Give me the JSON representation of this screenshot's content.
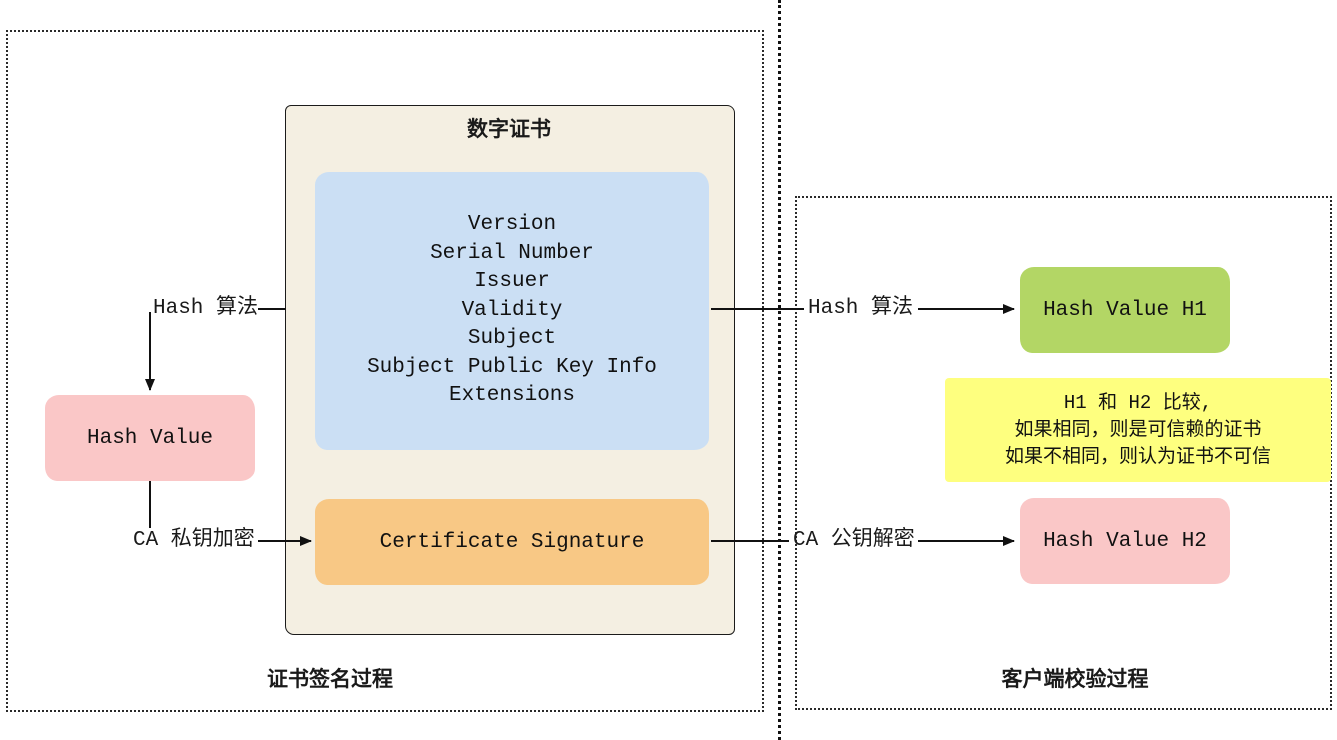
{
  "diagram": {
    "left_caption": "证书签名过程",
    "right_caption": "客户端校验过程"
  },
  "certificate": {
    "title": "数字证书",
    "fields": [
      "Version",
      "Serial Number",
      "Issuer",
      "Validity",
      "Subject",
      "Subject Public Key Info",
      "Extensions"
    ],
    "signature_label": "Certificate Signature"
  },
  "signing": {
    "hash_label": "Hash 算法",
    "hash_value_label": "Hash Value",
    "ca_encrypt_label": "CA 私钥加密"
  },
  "verification": {
    "hash_label": "Hash 算法",
    "hash_h1_label": "Hash Value H1",
    "compare_lines": [
      "H1 和 H2 比较,",
      "如果相同，则是可信赖的证书",
      "如果不相同，则认为证书不可信"
    ],
    "ca_decrypt_label": "CA 公钥解密",
    "hash_h2_label": "Hash Value H2"
  },
  "colors": {
    "beige": "#f4efe2",
    "blue": "#cbdff4",
    "orange": "#f8c885",
    "pink": "#fac7c7",
    "green": "#b3d665",
    "yellow": "#feff7f",
    "ink": "#1a1a1a"
  }
}
